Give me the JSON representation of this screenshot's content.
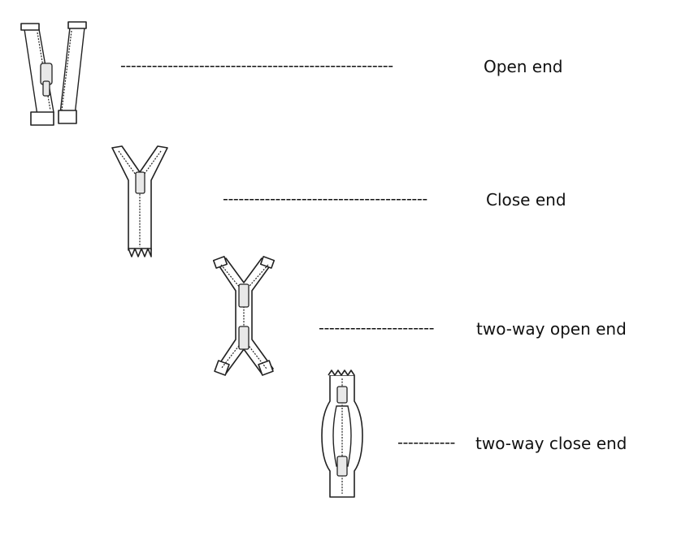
{
  "items": [
    {
      "dashes": "----------------------------------------------------",
      "label": "Open end"
    },
    {
      "dashes": "---------------------------------------",
      "label": "Close end"
    },
    {
      "dashes": "----------------------",
      "label": "two-way open end"
    },
    {
      "dashes": "-----------",
      "label": "two-way close end"
    }
  ]
}
